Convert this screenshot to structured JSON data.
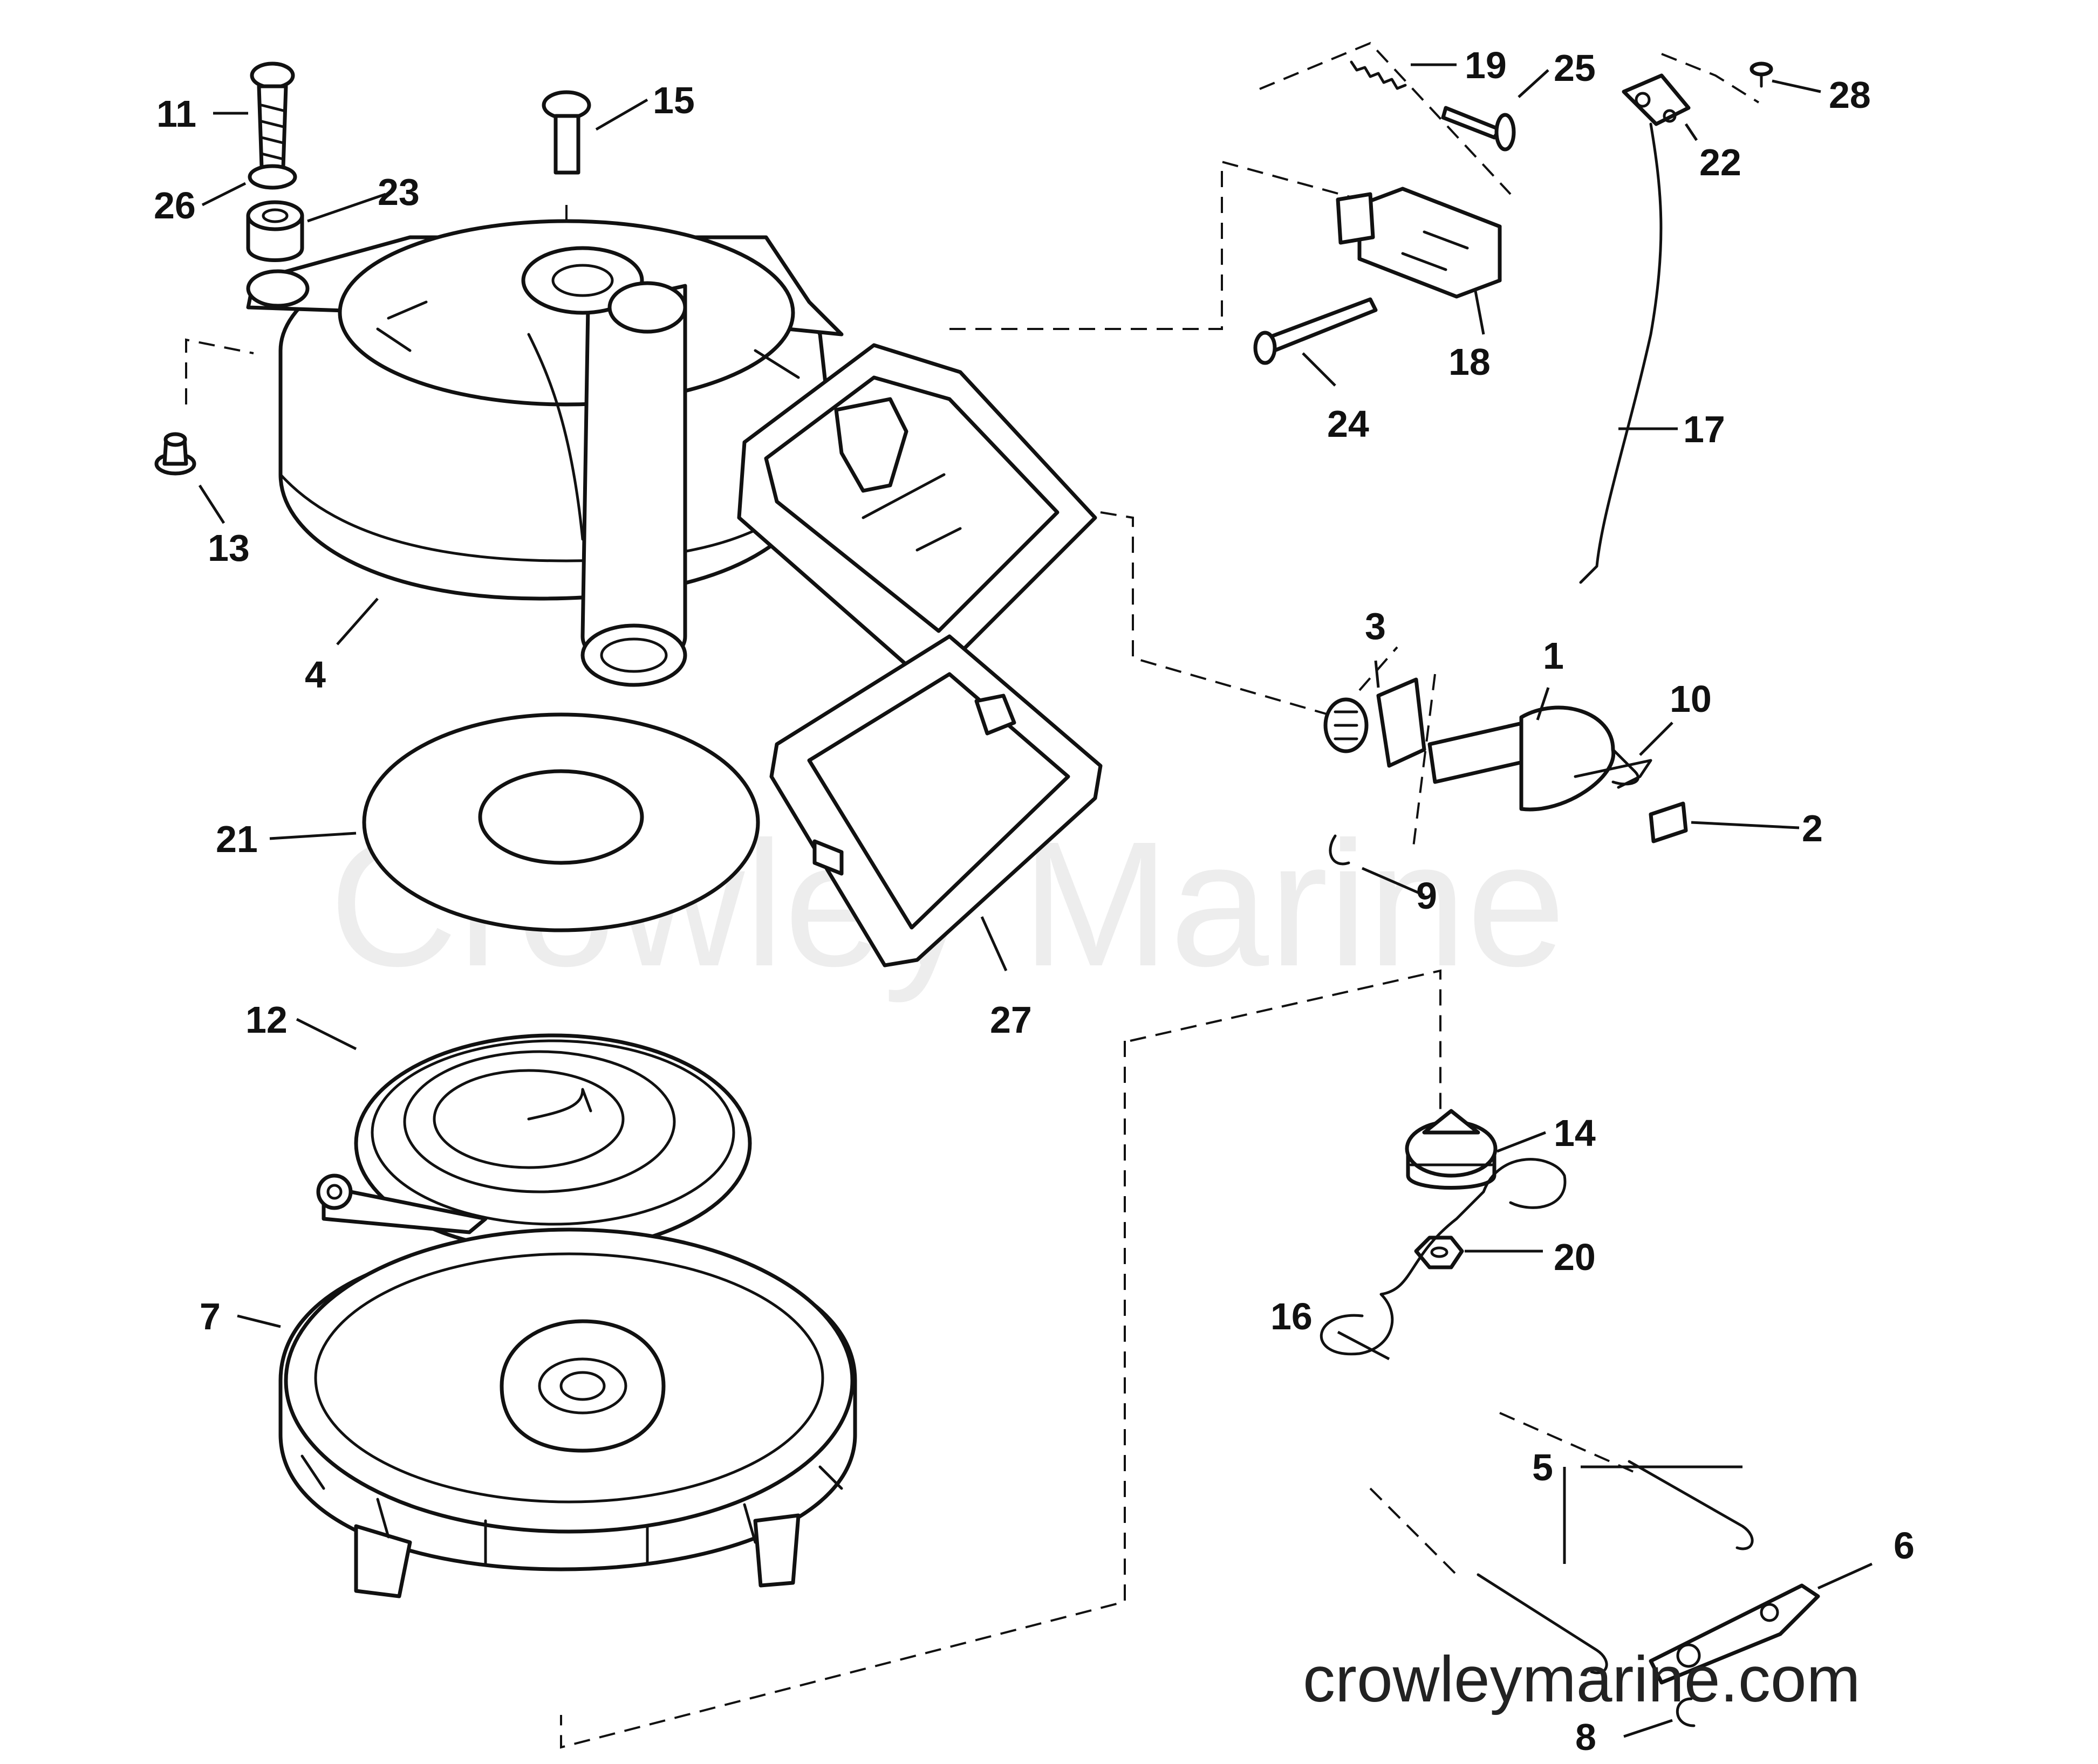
{
  "watermark": "Crowley Marine",
  "website": "crowleymarine.com",
  "labels": {
    "l1": "1",
    "l2": "2",
    "l3": "3",
    "l4": "4",
    "l5": "5",
    "l6": "6",
    "l7": "7",
    "l8": "8",
    "l9": "9",
    "l10": "10",
    "l11": "11",
    "l12": "12",
    "l13": "13",
    "l14": "14",
    "l15": "15",
    "l16": "16",
    "l17": "17",
    "l18": "18",
    "l19": "19",
    "l20": "20",
    "l21": "21",
    "l22": "22",
    "l23": "23",
    "l24": "24",
    "l25": "25",
    "l26": "26",
    "l27": "27",
    "l28": "28"
  }
}
